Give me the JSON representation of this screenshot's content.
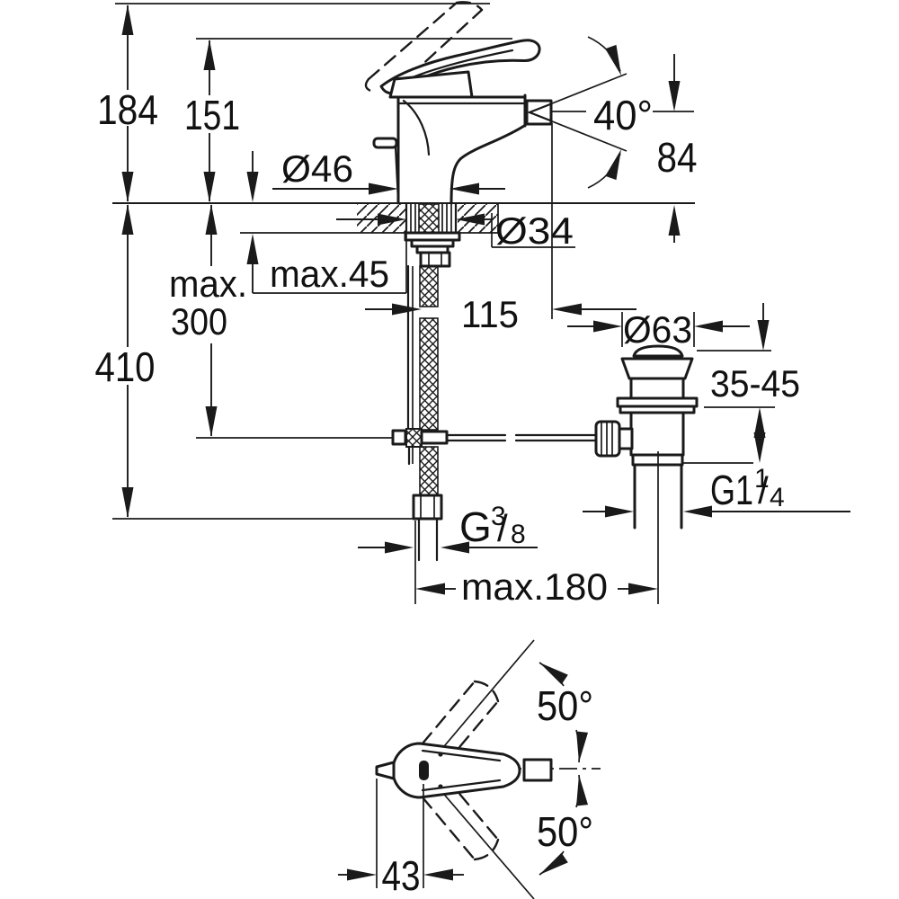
{
  "meta": {
    "type": "technical-dimension-drawing",
    "subject": "single-lever bidet mixer with pop-up waste set",
    "views": [
      "front-elevation",
      "top-plan"
    ],
    "line_color": "#1a1a1a",
    "background": "#ffffff"
  },
  "dimensions": {
    "overall_height": "184",
    "height_to_lever": "151",
    "spray_angle": "40°",
    "spout_height": "84",
    "base_diameter": "Ø46",
    "hole_diameter": "Ø34",
    "max_deck_thickness": "max.45",
    "spout_reach": "115",
    "waste_flange_diameter": "Ø63",
    "max_hose_depth_line1": "max.",
    "max_hose_depth_line2": "300",
    "total_depth": "410",
    "waste_deck_range": "35-45",
    "waste_thread": {
      "main": "G1",
      "sup": "1",
      "slash": "/",
      "sub": "4"
    },
    "supply_thread": {
      "main": "G",
      "sup": "3",
      "slash": "/",
      "sub": "8"
    },
    "max_rod_length": "max.180",
    "handle_swing_up": "50°",
    "handle_swing_down": "50°",
    "spout_offset": "43"
  }
}
